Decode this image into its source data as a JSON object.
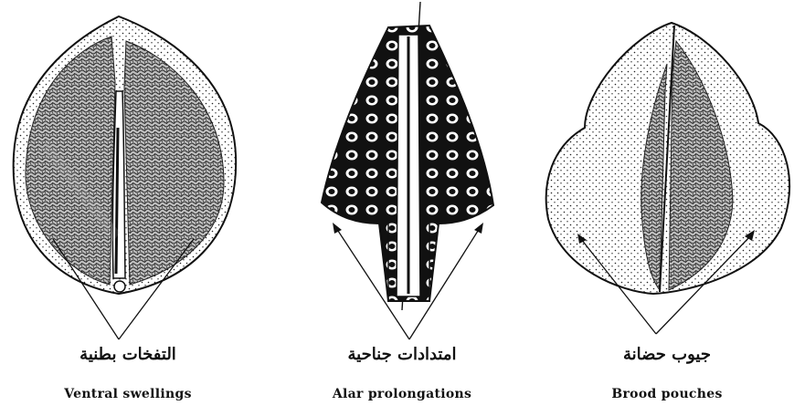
{
  "figures": [
    {
      "arabic": "التفخات بطنية",
      "english": "Ventral swellings"
    },
    {
      "arabic": "امتدادات جناحية",
      "english": "Alar prolongations"
    },
    {
      "arabic": "جيوب حضانة",
      "english": "Brood pouches"
    }
  ],
  "colors": {
    "ink": "#111111",
    "paper": "#ffffff"
  }
}
